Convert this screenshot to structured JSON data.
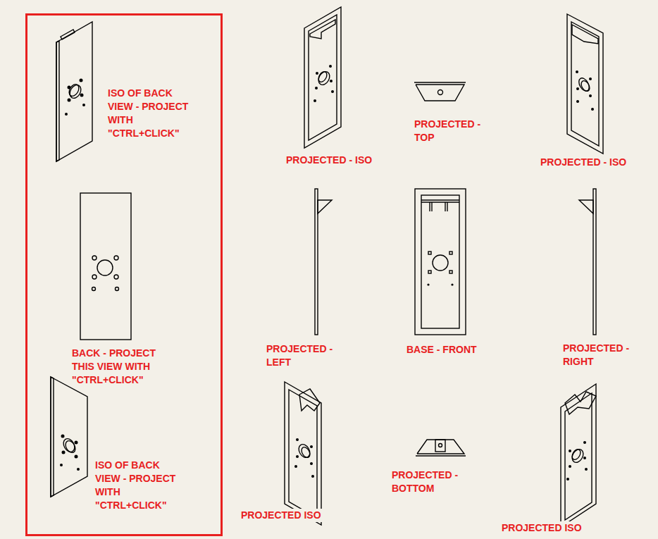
{
  "diagram": {
    "nodes": [
      {
        "text": [
          "ISO OF BACK VIEW - PROJECT WITH \"CTRL+CLICK\"",
          "BACK - PROJECT THIS VIEW WITH \"CTRL+CLICK\"",
          "ISO OF BACK VIEW - PROJECT WITH \"CTRL+CLICK\""
        ]
      }
    ],
    "labels": [
      "PROJECTED - ISO",
      "PROJECTED - TOP",
      "PROJECTED - ISO",
      "PROJECTED - LEFT",
      "BASE - FRONT",
      "PROJECTED - RIGHT",
      "PROJECTED ISO",
      "PROJECTED - BOTTOM",
      "PROJECTED ISO"
    ]
  }
}
